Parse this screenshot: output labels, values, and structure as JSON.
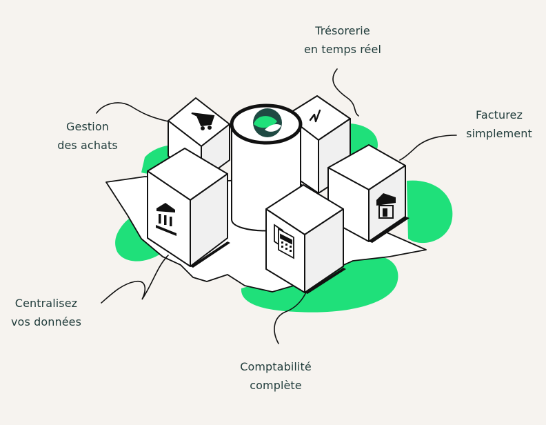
{
  "labels": {
    "tresorerie": {
      "line1": "Trésorerie",
      "line2": "en temps réel"
    },
    "achats": {
      "line1": "Gestion",
      "line2": "des achats"
    },
    "facturez": {
      "line1": "Facturez",
      "line2": "simplement"
    },
    "centralisez": {
      "line1": "Centralisez",
      "line2": "vos données"
    },
    "comptabilite": {
      "line1": "Comptabilité",
      "line2": "complète"
    }
  },
  "colors": {
    "background": "#f6f3ef",
    "accent_green": "#1fe07a",
    "dark_teal": "#1f4a43",
    "ink": "#111111",
    "box_face": "#ffffff",
    "text": "#1f3b3a"
  },
  "icons": {
    "cart": "shopping-cart-icon",
    "chart": "trend-line-icon",
    "bank": "bank-icon",
    "shop": "storefront-icon",
    "calculator": "calculator-icon",
    "logo": "brand-logo-icon"
  }
}
